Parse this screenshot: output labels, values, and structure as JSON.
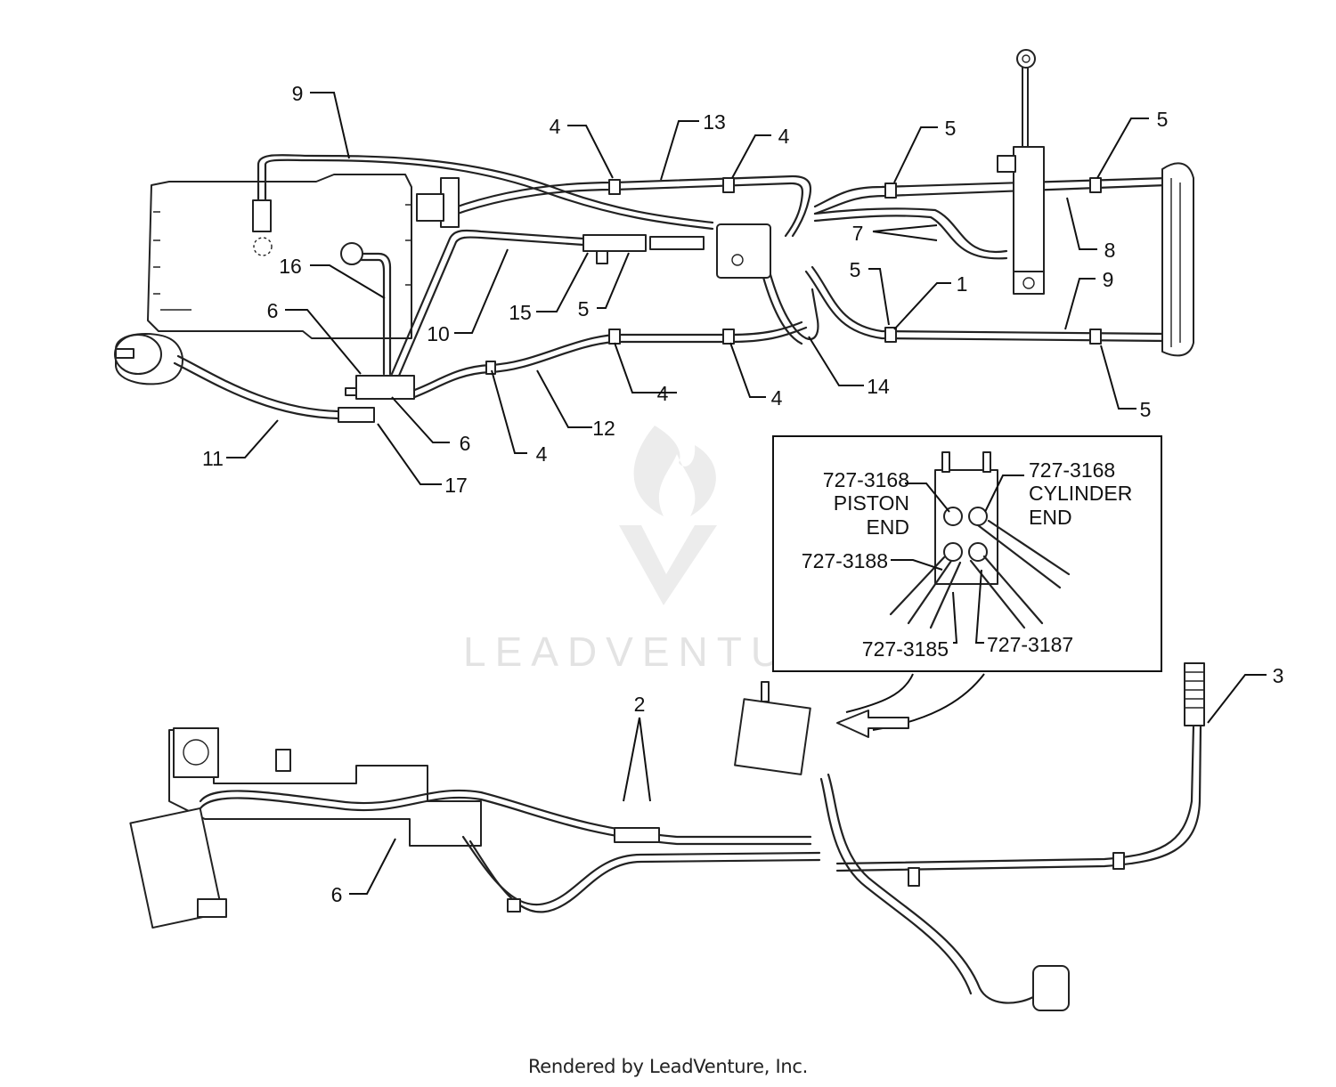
{
  "watermark": {
    "text": "LEADVENTURE"
  },
  "footer": {
    "text": "Rendered by LeadVenture, Inc."
  },
  "callouts": [
    {
      "id": "c1",
      "label": "9"
    },
    {
      "id": "c2",
      "label": "4"
    },
    {
      "id": "c3",
      "label": "13"
    },
    {
      "id": "c4",
      "label": "4"
    },
    {
      "id": "c5",
      "label": "5"
    },
    {
      "id": "c6",
      "label": "5"
    },
    {
      "id": "c7",
      "label": "7"
    },
    {
      "id": "c8",
      "label": "8"
    },
    {
      "id": "c9",
      "label": "16"
    },
    {
      "id": "c10",
      "label": "5"
    },
    {
      "id": "c11",
      "label": "1"
    },
    {
      "id": "c12",
      "label": "9"
    },
    {
      "id": "c13",
      "label": "6"
    },
    {
      "id": "c14",
      "label": "15"
    },
    {
      "id": "c15",
      "label": "5"
    },
    {
      "id": "c16",
      "label": "10"
    },
    {
      "id": "c17",
      "label": "4"
    },
    {
      "id": "c18",
      "label": "4"
    },
    {
      "id": "c19",
      "label": "14"
    },
    {
      "id": "c20",
      "label": "5"
    },
    {
      "id": "c21",
      "label": "6"
    },
    {
      "id": "c22",
      "label": "12"
    },
    {
      "id": "c23",
      "label": "11"
    },
    {
      "id": "c24",
      "label": "4"
    },
    {
      "id": "c25",
      "label": "17"
    },
    {
      "id": "c26",
      "label": "2"
    },
    {
      "id": "c27",
      "label": "3"
    },
    {
      "id": "c28",
      "label": "6"
    }
  ],
  "inset": {
    "labels": [
      {
        "id": "i1",
        "text": "727-3168"
      },
      {
        "id": "i2",
        "text": "PISTON"
      },
      {
        "id": "i3",
        "text": "END"
      },
      {
        "id": "i4",
        "text": "727-3168"
      },
      {
        "id": "i5",
        "text": "CYLINDER"
      },
      {
        "id": "i6",
        "text": "END"
      },
      {
        "id": "i7",
        "text": "727-3188"
      },
      {
        "id": "i8",
        "text": "727-3185"
      },
      {
        "id": "i9",
        "text": "727-3187"
      }
    ]
  }
}
